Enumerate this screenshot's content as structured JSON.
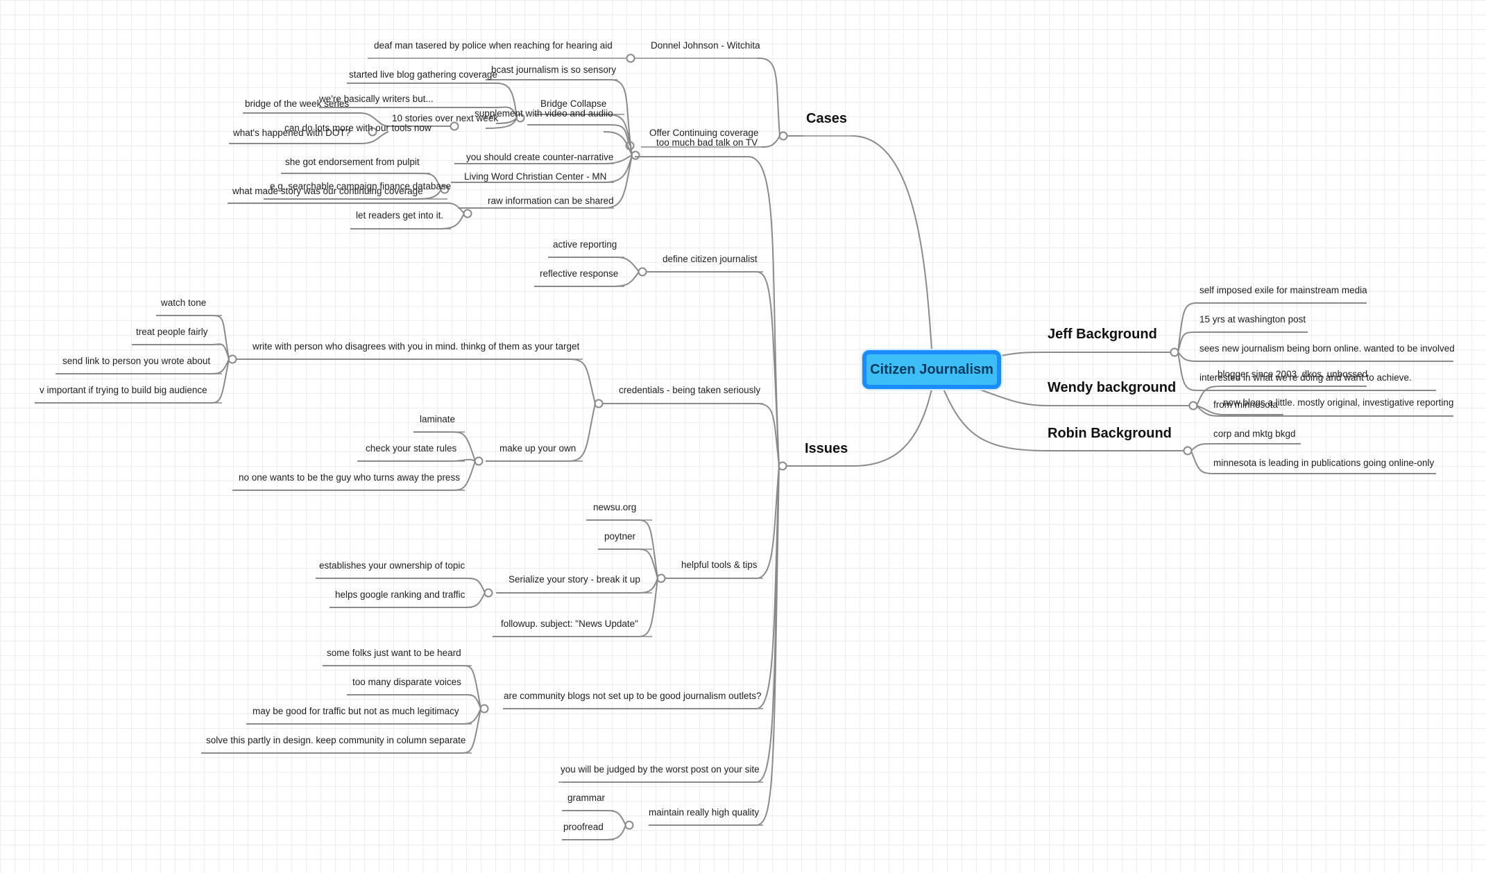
{
  "central": "Citizen Journalism",
  "accent_color": "#3dbef7",
  "topics": {
    "cases": {
      "label": "Cases",
      "items": [
        {
          "label": "Donnel Johnson - Witchita",
          "children": [
            "deaf man tasered by police when reaching for hearing aid"
          ]
        },
        {
          "label": "Offer Continuing coverage",
          "children": [
            {
              "label": "bcast journalism is so sensory"
            },
            {
              "label": "Bridge Collapse",
              "children": [
                {
                  "label": "started live blog gathering coverage"
                },
                {
                  "label": "we're basically writers but..."
                },
                {
                  "label": "supplement with video and audiio"
                },
                {
                  "label": "10 stories over next week",
                  "children": [
                    {
                      "label": "bridge of the week series"
                    },
                    {
                      "label": "what's happened with DOT?"
                    }
                  ]
                }
              ]
            },
            {
              "label": "can do lots more with our tools now"
            },
            {
              "label": "too much bad talk on TV"
            },
            {
              "label": "you should create counter-narrative"
            },
            {
              "label": "Living Word Christian Center - MN",
              "children": [
                {
                  "label": "she got endorsement from pulpit"
                },
                {
                  "label": "e.g. searchable campaign finance database"
                }
              ]
            },
            {
              "label": "raw information can be shared",
              "children": [
                {
                  "label": "what made story was our continuing coverage"
                },
                {
                  "label": "let readers get into it."
                }
              ]
            }
          ]
        }
      ]
    },
    "issues": {
      "label": "Issues",
      "items": [
        {
          "label": "define citizen journalist",
          "children": [
            "active reporting",
            "reflective response"
          ]
        },
        {
          "label": "credentials - being taken seriously",
          "children": [
            {
              "label": "write with person who disagrees with you in mind. thinkg of them as your target",
              "children": [
                "watch tone",
                "treat people fairly",
                "send link to person you wrote about",
                "v important if trying to build big audience"
              ]
            },
            {
              "label": "make up your own",
              "children": [
                "laminate",
                "check your state rules",
                "no one wants to be the guy who turns away the press"
              ]
            }
          ]
        },
        {
          "label": "helpful tools & tips",
          "children": [
            {
              "label": "newsu.org"
            },
            {
              "label": "poytner"
            },
            {
              "label": "Serialize your story - break it up",
              "children": [
                "establishes your ownership of topic",
                "helps google ranking and traffic"
              ]
            },
            {
              "label": "followup. subject: \"News Update\""
            }
          ]
        },
        {
          "label": "are community blogs not set up to be good journalism outlets?",
          "children": [
            "some folks just want to be heard",
            "too many disparate voices",
            "may be good for traffic but not as much legitimacy",
            "solve this partly in design. keep community in column separate"
          ]
        },
        {
          "label": "you will be judged by the worst post on your site"
        },
        {
          "label": "maintain really high quality",
          "children": [
            "grammar",
            "proofread"
          ]
        }
      ]
    },
    "jeff": {
      "label": "Jeff Background",
      "items": [
        "self imposed exile for mainstream media",
        "15 yrs at washington post",
        "sees new journalism being born online. wanted to be involved",
        "interested in what we're doing and want to achieve."
      ]
    },
    "wendy": {
      "label": "Wendy background",
      "items": [
        "blogger since 2003. dkos, unbossed",
        "from minnesota",
        "now blogs a little. mostly original, investigative reporting"
      ]
    },
    "robin": {
      "label": "Robin Background",
      "items": [
        "corp and mktg bkgd",
        "minnesota is leading in publications going online-only"
      ]
    }
  }
}
